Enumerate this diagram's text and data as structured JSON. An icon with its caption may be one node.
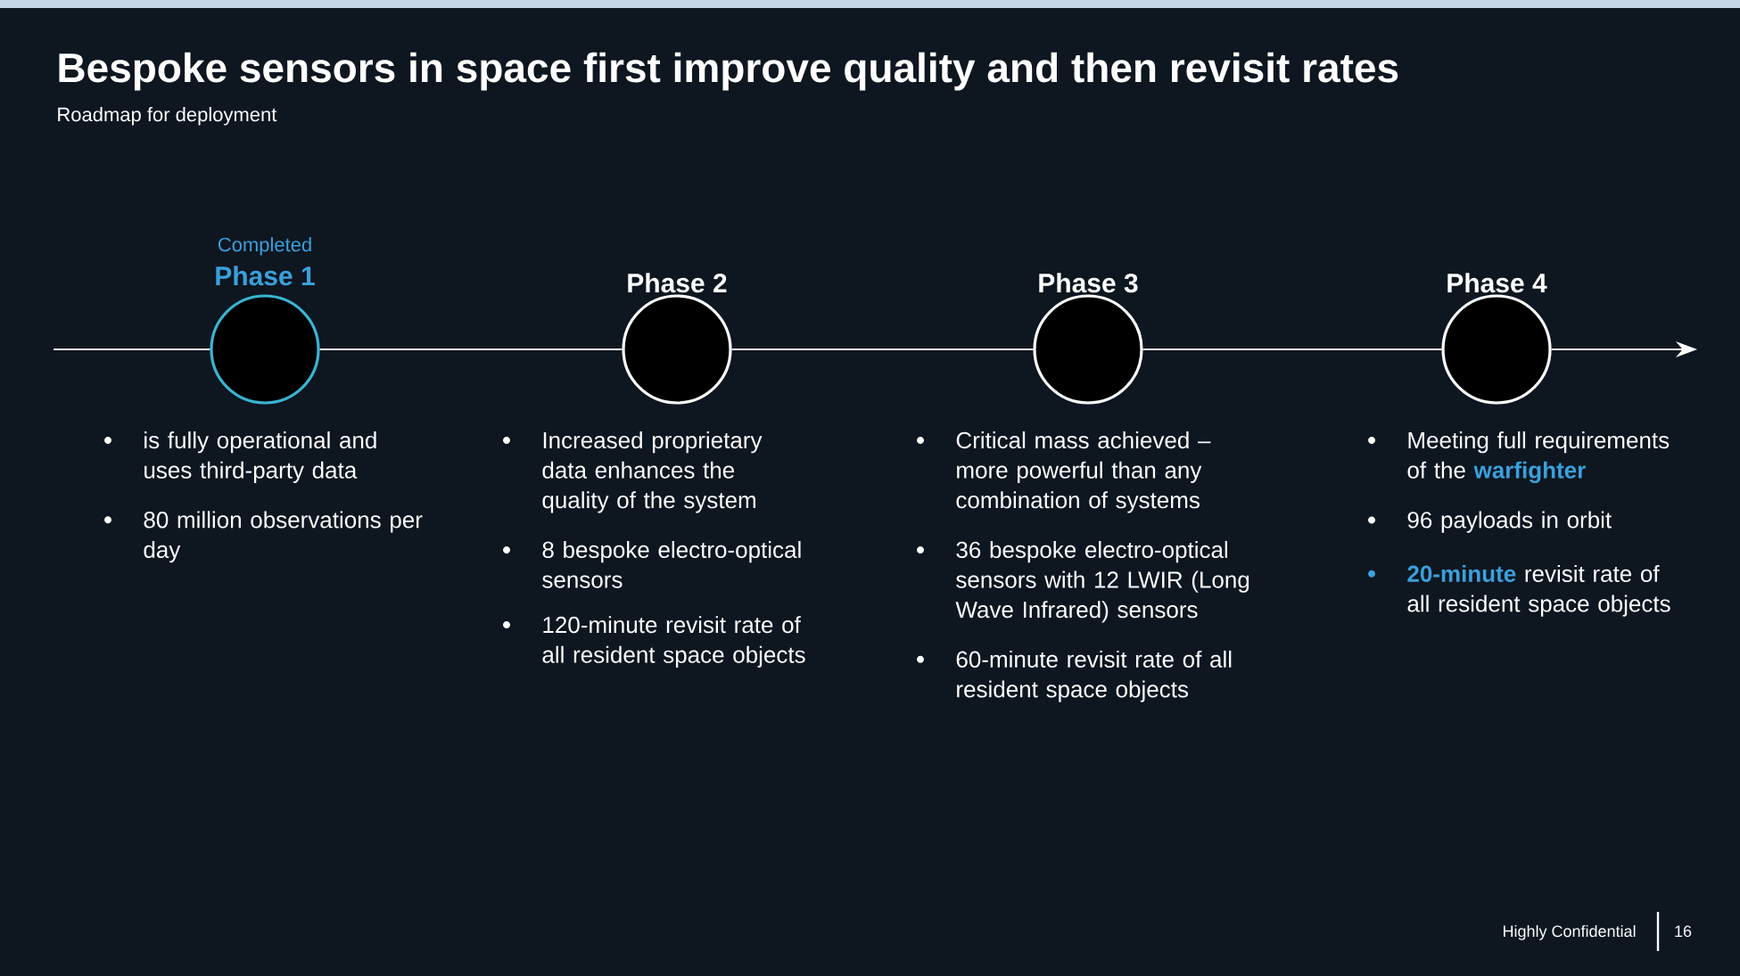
{
  "diagram": {
    "title": "Bespoke sensors in space first improve quality and then revisit rates",
    "nodes": [
      {
        "text": [
          "Completed",
          "Phase 1"
        ],
        "beside": [
          "is fully operational and uses third-party data",
          "80 million observations per day"
        ]
      },
      {
        "text": [
          "Phase 2"
        ],
        "beside": [
          "Increased proprietary data enhances the quality of the system",
          "8 bespoke electro-optical sensors",
          "120-minute revisit rate of all resident space objects"
        ]
      },
      {
        "text": [
          "Phase 3"
        ],
        "beside": [
          "Critical mass achieved – more powerful than any combination of systems",
          "36 bespoke electro-optical sensors with 12 LWIR (Long Wave Infrared) sensors",
          "60-minute revisit rate of all resident space objects"
        ]
      },
      {
        "text": [
          "Phase 4"
        ],
        "beside": [
          "Meeting full requirements of the **warfighter**",
          "96 payloads in orbit",
          "**20-minute** revisit rate of all resident space objects"
        ]
      }
    ],
    "edges": [
      {
        "from": null,
        "to": 0,
        "arrow": "none"
      },
      {
        "from": 0,
        "to": 1,
        "arrow": "none"
      },
      {
        "from": 1,
        "to": 2,
        "arrow": "none"
      },
      {
        "from": 2,
        "to": 3,
        "arrow": "none"
      },
      {
        "from": 3,
        "to": null,
        "arrow": "to"
      }
    ],
    "labels": [
      "Roadmap for deployment",
      "Highly Confidential",
      "16"
    ]
  }
}
